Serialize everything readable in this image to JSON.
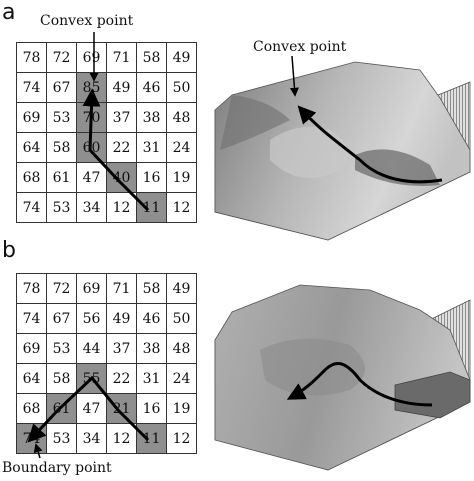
{
  "panels": [
    {
      "label": "a",
      "grid": [
        [
          78,
          72,
          69,
          71,
          58,
          49
        ],
        [
          74,
          67,
          85,
          49,
          46,
          50
        ],
        [
          69,
          53,
          70,
          37,
          38,
          48
        ],
        [
          64,
          58,
          60,
          22,
          31,
          24
        ],
        [
          68,
          61,
          47,
          40,
          16,
          19
        ],
        [
          74,
          53,
          34,
          12,
          11,
          12
        ]
      ],
      "path_cells": [
        [
          1,
          2
        ],
        [
          2,
          2
        ],
        [
          3,
          2
        ],
        [
          4,
          3
        ],
        [
          5,
          4
        ]
      ],
      "grid_callout": "Convex point",
      "terrain_callout": "Convex point"
    },
    {
      "label": "b",
      "grid": [
        [
          78,
          72,
          69,
          71,
          58,
          49
        ],
        [
          74,
          67,
          56,
          49,
          46,
          50
        ],
        [
          69,
          53,
          44,
          37,
          38,
          48
        ],
        [
          64,
          58,
          55,
          22,
          31,
          24
        ],
        [
          68,
          61,
          47,
          21,
          16,
          19
        ],
        [
          74,
          53,
          34,
          12,
          11,
          12
        ]
      ],
      "path_cells": [
        [
          3,
          2
        ],
        [
          4,
          1
        ],
        [
          4,
          3
        ],
        [
          5,
          0
        ],
        [
          5,
          4
        ]
      ],
      "grid_callout": "Boundary point"
    }
  ]
}
